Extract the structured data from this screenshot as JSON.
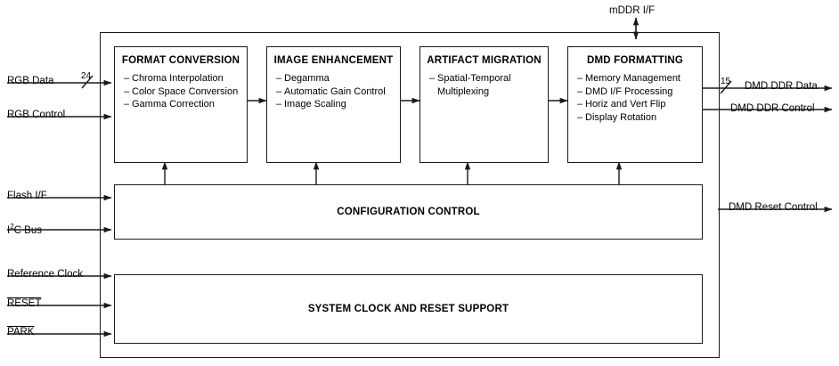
{
  "diagram": {
    "title": "DLP display controller functional block diagram",
    "blocks": [
      {
        "id": "format-conversion",
        "title": "FORMAT CONVERSION",
        "items": [
          "Chroma Interpolation",
          "Color Space Conversion",
          "Gamma Correction"
        ]
      },
      {
        "id": "image-enhancement",
        "title": "IMAGE ENHANCEMENT",
        "items": [
          "Degamma",
          "Automatic Gain Control",
          "Image Scaling"
        ]
      },
      {
        "id": "artifact-migration",
        "title": "ARTIFACT MIGRATION",
        "items": [
          "Spatial-Temporal",
          "Multiplexing"
        ]
      },
      {
        "id": "dmd-formatting",
        "title": "DMD FORMATTING",
        "items": [
          "Memory Management",
          "DMD I/F Processing",
          "Horiz and Vert Flip",
          "Display Rotation"
        ]
      }
    ],
    "bands": [
      {
        "id": "configuration-control",
        "title": "CONFIGURATION CONTROL"
      },
      {
        "id": "system-clock-reset",
        "title": "SYSTEM CLOCK AND RESET SUPPORT"
      }
    ],
    "inputs": [
      {
        "id": "rgb-data",
        "label": "RGB Data",
        "bus_width": "24"
      },
      {
        "id": "rgb-control",
        "label": "RGB Control",
        "bus_width": ""
      },
      {
        "id": "flash-if",
        "label": "Flash I/F",
        "bus_width": ""
      },
      {
        "id": "i2c-bus",
        "label": "I",
        "label_sub": "2",
        "label_rest": "C Bus",
        "bus_width": ""
      },
      {
        "id": "reference-clock",
        "label": "Reference Clock",
        "bus_width": ""
      },
      {
        "id": "reset",
        "label": "RESET",
        "bus_width": ""
      },
      {
        "id": "park",
        "label": "PARK",
        "bus_width": ""
      }
    ],
    "outputs": [
      {
        "id": "dmd-ddr-data",
        "label": "DMD DDR Data",
        "bus_width": "15"
      },
      {
        "id": "dmd-ddr-control",
        "label": "DMD DDR Control",
        "bus_width": ""
      },
      {
        "id": "dmd-reset-control",
        "label": "DMD Reset Control",
        "bus_width": ""
      }
    ],
    "top_port": {
      "id": "mddr-if",
      "label": "mDDR I/F"
    },
    "colors": {
      "stroke": "#1a1a1a",
      "background": "#ffffff",
      "text": "#000000"
    }
  }
}
